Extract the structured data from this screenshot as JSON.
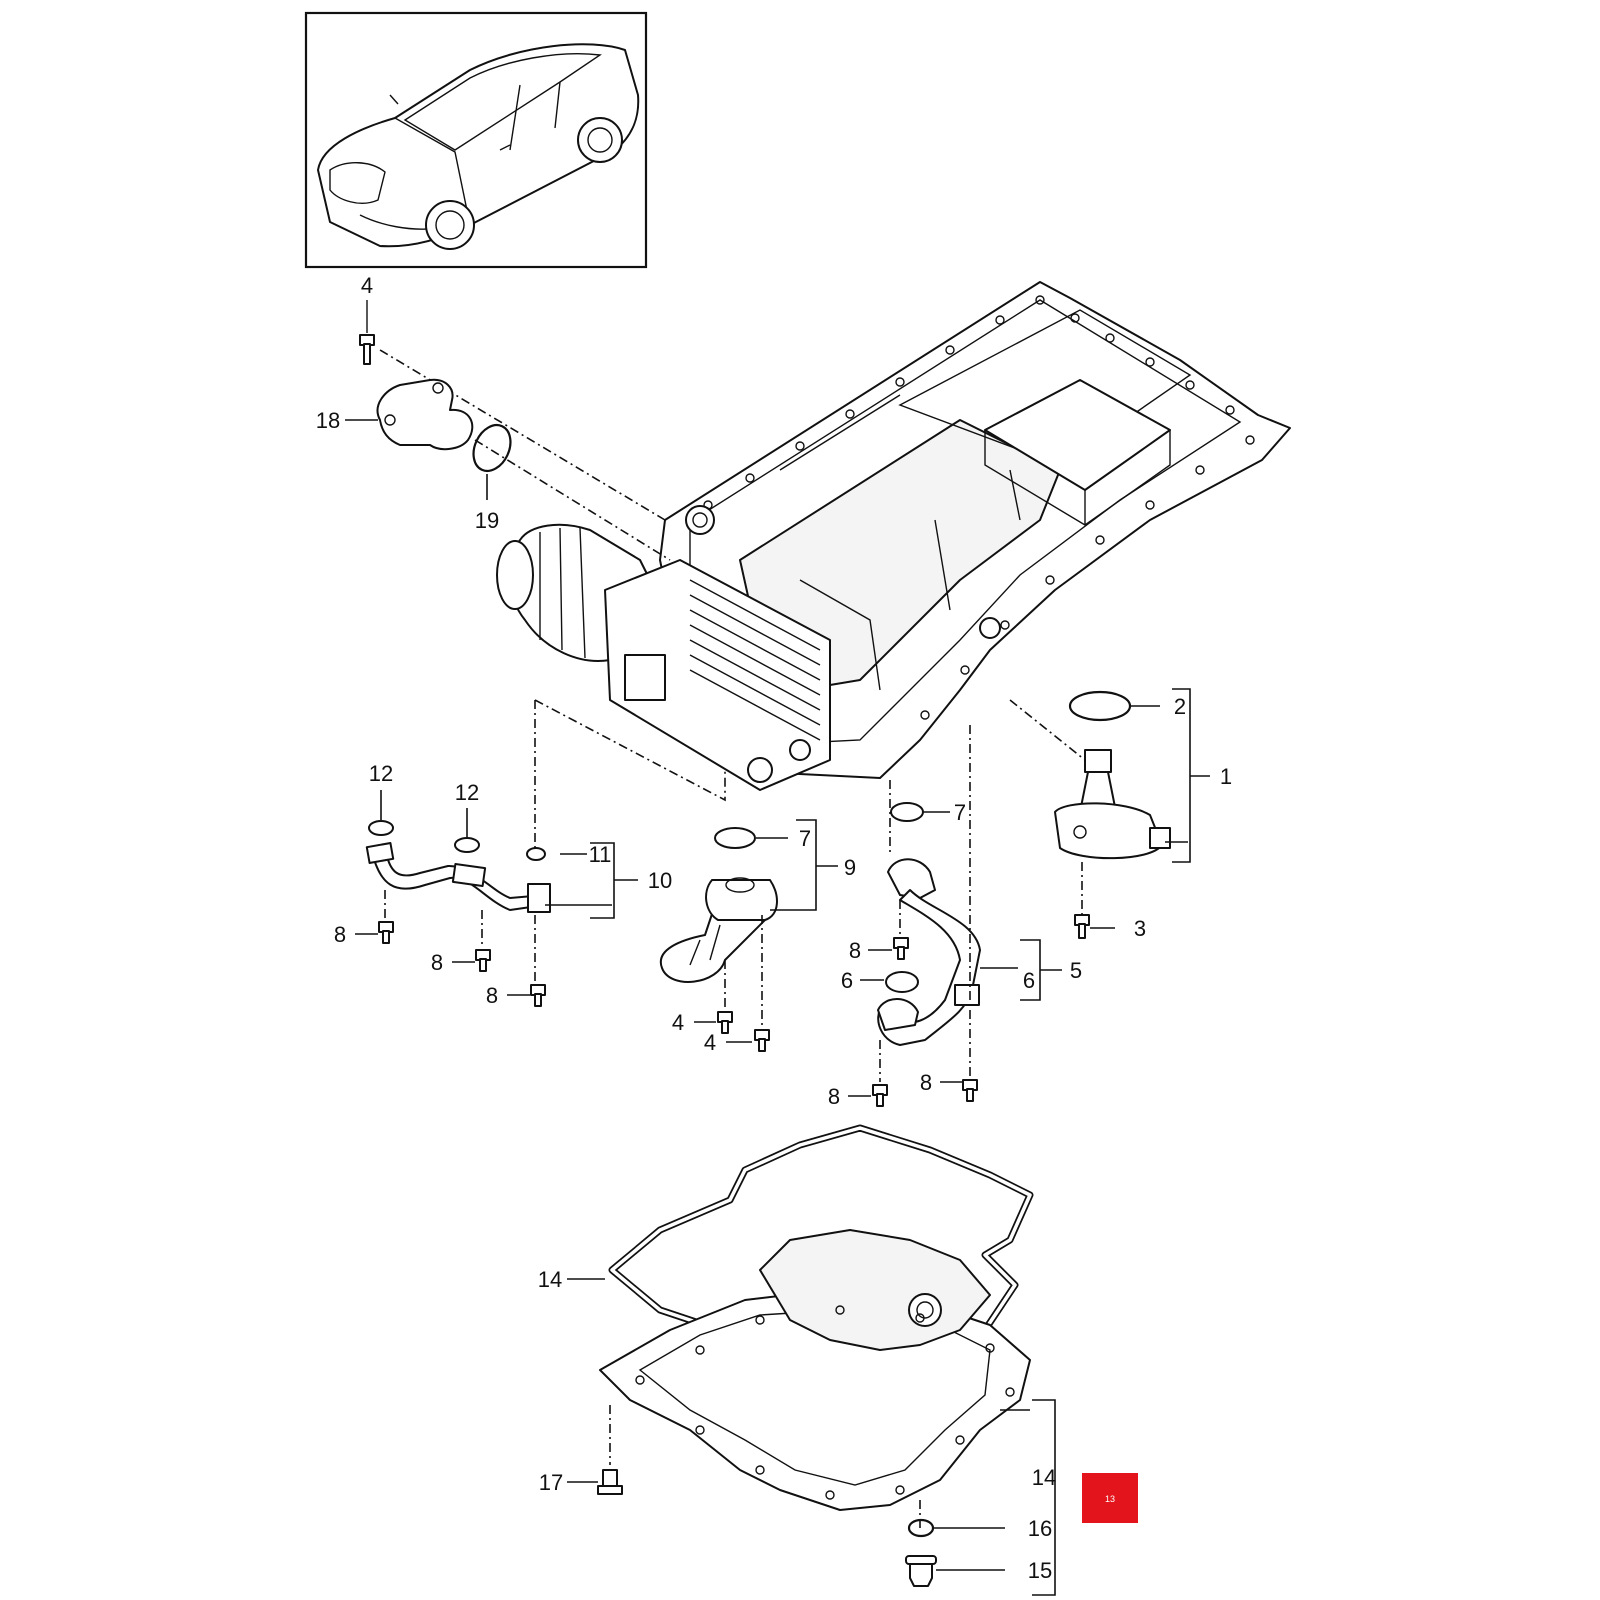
{
  "callouts": [
    {
      "id": "c4a",
      "text": "4"
    },
    {
      "id": "c18",
      "text": "18"
    },
    {
      "id": "c19",
      "text": "19"
    },
    {
      "id": "c2",
      "text": "2"
    },
    {
      "id": "c1",
      "text": "1"
    },
    {
      "id": "c3",
      "text": "3"
    },
    {
      "id": "c12a",
      "text": "12"
    },
    {
      "id": "c12b",
      "text": "12"
    },
    {
      "id": "c11",
      "text": "11"
    },
    {
      "id": "c10",
      "text": "10"
    },
    {
      "id": "c8a",
      "text": "8"
    },
    {
      "id": "c8b",
      "text": "8"
    },
    {
      "id": "c8c",
      "text": "8"
    },
    {
      "id": "c7a",
      "text": "7"
    },
    {
      "id": "c9",
      "text": "9"
    },
    {
      "id": "c4b",
      "text": "4"
    },
    {
      "id": "c4c",
      "text": "4"
    },
    {
      "id": "c7b",
      "text": "7"
    },
    {
      "id": "c8d",
      "text": "8"
    },
    {
      "id": "c6a",
      "text": "6"
    },
    {
      "id": "c6b",
      "text": "6"
    },
    {
      "id": "c5",
      "text": "5"
    },
    {
      "id": "c8e",
      "text": "8"
    },
    {
      "id": "c8f",
      "text": "8"
    },
    {
      "id": "c14a",
      "text": "14"
    },
    {
      "id": "c14b",
      "text": "14"
    },
    {
      "id": "c17",
      "text": "17"
    },
    {
      "id": "c16",
      "text": "16"
    },
    {
      "id": "c15",
      "text": "15"
    }
  ],
  "badge": {
    "text": "13",
    "color": "#e3141b"
  }
}
